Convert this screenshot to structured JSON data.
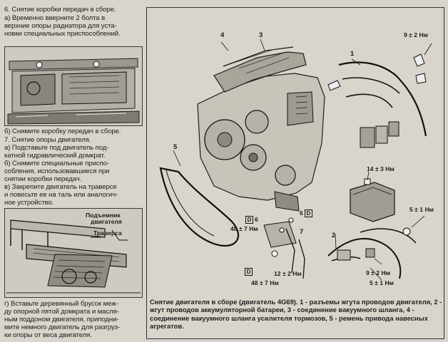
{
  "left_text": {
    "l1": "6. Снятие коробки передач в сборе.",
    "l2": "а) Временно вверните 2 болта в",
    "l3": "верхние опоры радиатора для уста-",
    "l4": "новки специальных приспособлений.",
    "l5": "б) Снимите коробку передач в сборе.",
    "l6": "7. Снятие опоры двигателя.",
    "l7": "а) Подставьте под двигатель под-",
    "l8": "катной гидравлический домкрат.",
    "l9": "б) Снимите специальные приспо-",
    "l10": "собления, использовавшиеся при",
    "l11": "снятии коробки передач.",
    "l12": "в) Закрепите двигатель на траверсе",
    "l13": "и повесьте ее на таль или аналогич-",
    "l14": "ное устройство.",
    "l15": "г) Вставьте деревянный брусок меж-",
    "l16": "ду опорной пятой домкрата и масля-",
    "l17": "ным поддоном двигателя, приподни-",
    "l18": "мите немного двигатель для разгруз-",
    "l19": "ки опоры от веса двигателя."
  },
  "fig_left_bottom": {
    "label_lift": "Подъемник",
    "label_engine": "двигателя",
    "label_traverse": "Траверса"
  },
  "right_figure": {
    "callout_1": "1",
    "callout_2": "2",
    "callout_3": "3",
    "callout_4": "4",
    "callout_5": "5",
    "callout_6a": "6",
    "callout_6b": "6",
    "callout_7": "7",
    "torque_9": "9 ± 2 Нм",
    "torque_14": "14 ± 3 Нм",
    "torque_5a": "5 ± 1 Нм",
    "torque_48a": "48 ± 7 Нм",
    "torque_48b": "48 ± 7 Нм",
    "torque_12": "12 ± 2 Нм",
    "torque_9b": "9 ± 2 Нм",
    "torque_5b": "5 ± 1 Нм",
    "mark_D": "D"
  },
  "caption": {
    "text": "Снятие двигателя в сборе (двигатель 4G69). 1 - разъемы жгута проводов двигателя, 2 - жгут проводов аккумуляторной батареи, 3 - соединение вакуумного шланга, 4 - соединение вакуумного шланга усилителя тормозов, 5 - ремень привода навесных агрегатов."
  },
  "colors": {
    "paper": "#d9d5cc",
    "ink": "#1d1d1d"
  }
}
